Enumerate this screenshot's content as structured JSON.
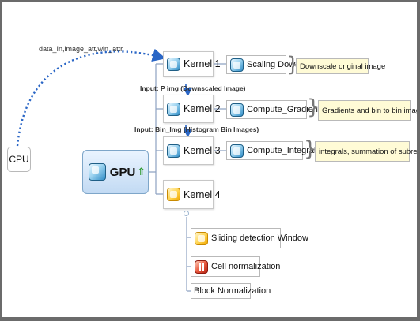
{
  "colors": {
    "link": "#8ea2c2",
    "dotted_arrow": "#2a66c6",
    "note_fill": "#fffbd6",
    "gpu_fill": "#c2daf3"
  },
  "cpu": {
    "label": "CPU"
  },
  "gpu": {
    "label": "GPU",
    "icon": "box-icon",
    "arrow_icon": "up-arrow-icon"
  },
  "transfer_label": "data_In,image_att,win_attr",
  "kernels": [
    {
      "label": "Kernel 1",
      "icon": "blue-box-icon"
    },
    {
      "label": "Kernel 2",
      "icon": "blue-box-icon"
    },
    {
      "label": "Kernel 3",
      "icon": "blue-box-icon"
    },
    {
      "label": "Kernel 4",
      "icon": "yellow-box-icon"
    }
  ],
  "functions": [
    {
      "label": "Scaling Down",
      "note": "Downscale original image"
    },
    {
      "label": "Compute_GradientBin",
      "note": "Gradients and bin to bin images"
    },
    {
      "label": "Compute_IntegralBin",
      "note": "integrals, summation of subregion"
    }
  ],
  "inputs": [
    "Input: P img (Downscaled Image)",
    "Input: Bin_Img (Histogram Bin Images)"
  ],
  "kernel4_children": [
    {
      "label": "Sliding detection Window",
      "icon": "yellow-box-icon"
    },
    {
      "label": "Cell normalization",
      "icon": "pause-icon"
    },
    {
      "label": "Block Normalization",
      "icon": ""
    }
  ]
}
